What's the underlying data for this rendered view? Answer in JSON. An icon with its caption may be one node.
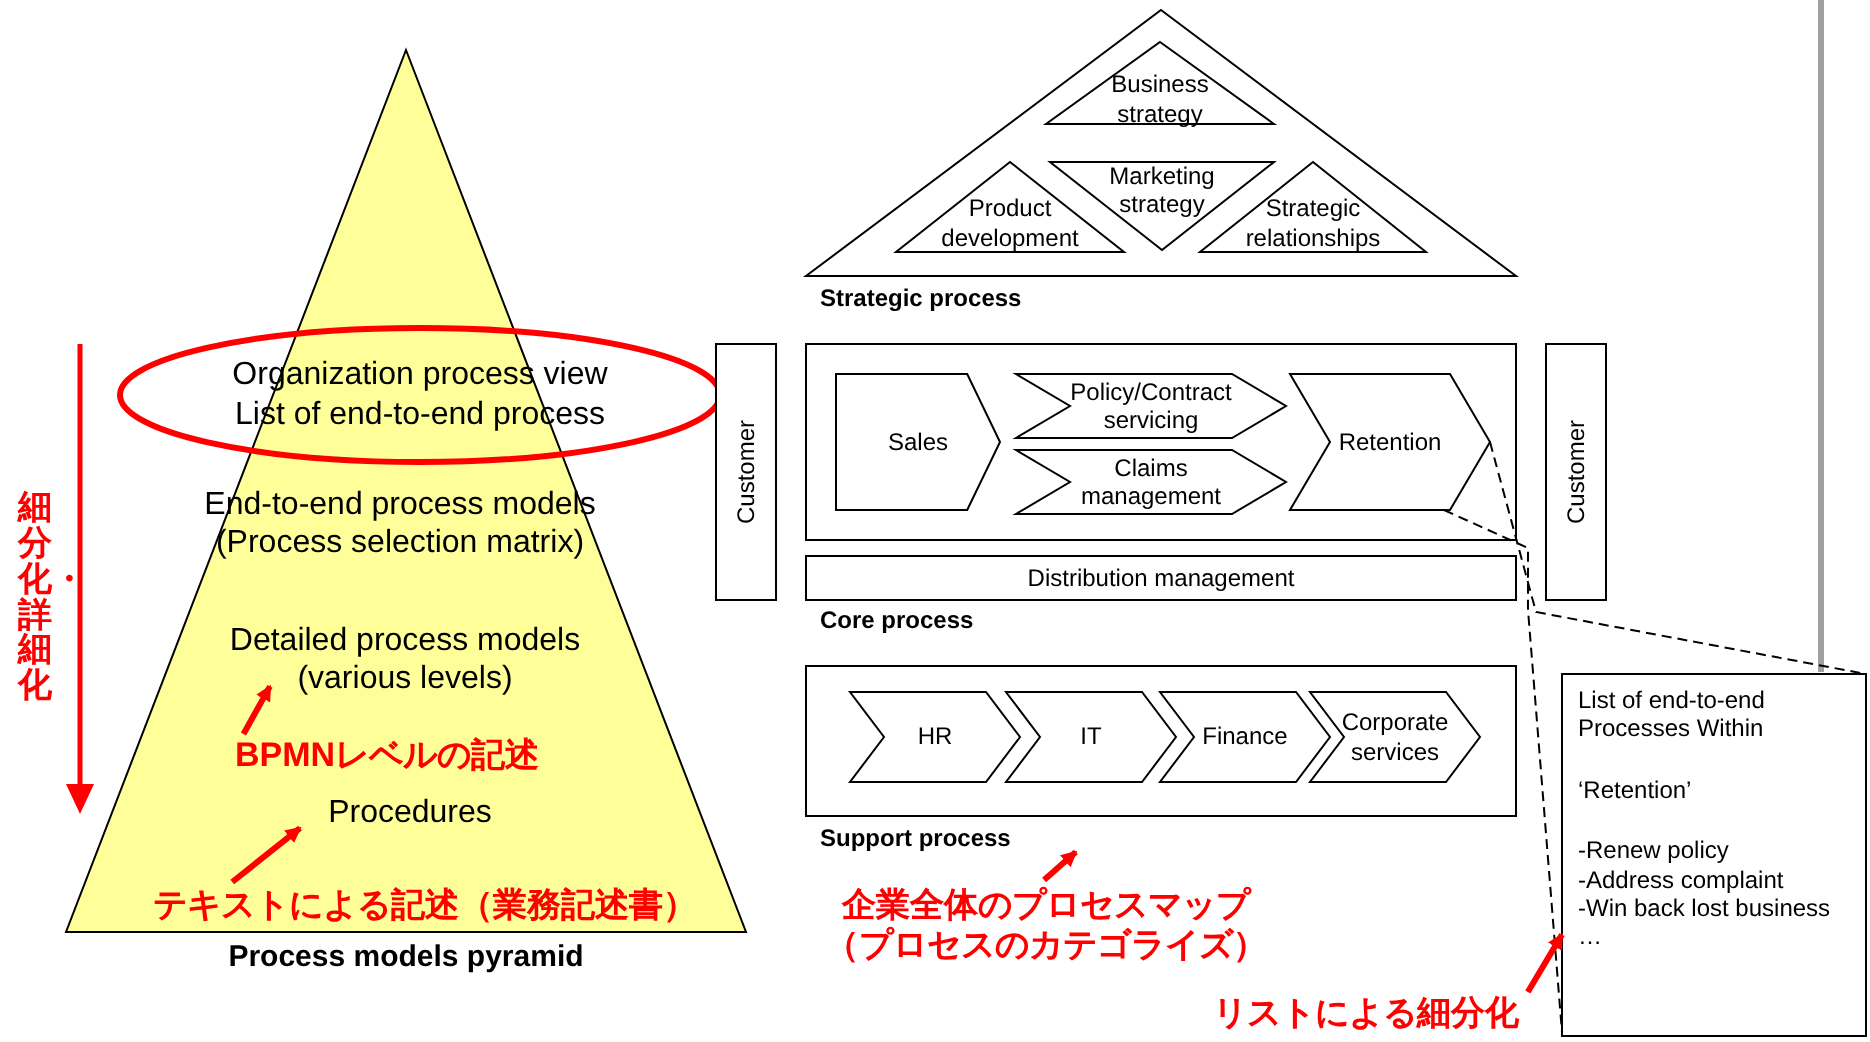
{
  "diagram": {
    "nodes": [
      {
        "text": [
          "Process models pyramid"
        ]
      },
      {
        "text": [
          "Organization process view List of end-to-end process"
        ],
        "in": 0
      },
      {
        "text": [
          "End-to-end process models (Process selection matrix)"
        ],
        "in": 0
      },
      {
        "text": [
          "Detailed process models (various levels)"
        ],
        "in": 0
      },
      {
        "text": [
          "Procedures"
        ],
        "in": 0
      },
      {
        "text": [
          "BPMNレベルの記述"
        ],
        "in": 0
      },
      {
        "text": [
          "テキストによる記述（業務記述書）"
        ],
        "in": 0
      },
      {
        "text": [
          "Strategic process"
        ]
      },
      {
        "text": [
          "Business strategy"
        ],
        "in": 7
      },
      {
        "text": [
          "Product development"
        ],
        "in": 7
      },
      {
        "text": [
          "Marketing strategy"
        ],
        "in": 7
      },
      {
        "text": [
          "Strategic relationships"
        ],
        "in": 7
      },
      {
        "text": [
          "Customer"
        ]
      },
      {
        "text": [],
        "shape": "box"
      },
      {
        "text": [
          "Sales"
        ],
        "in": 13
      },
      {
        "text": [
          "Policy/Contract servicing"
        ],
        "in": 13
      },
      {
        "text": [
          "Claims management"
        ],
        "in": 13
      },
      {
        "text": [
          "Retention"
        ],
        "in": 13
      },
      {
        "text": [
          "Customer"
        ]
      },
      {
        "text": [
          "Distribution management"
        ]
      },
      {
        "text": [
          "Support process"
        ]
      },
      {
        "text": [
          "HR"
        ],
        "in": 20
      },
      {
        "text": [
          "IT"
        ],
        "in": 20
      },
      {
        "text": [
          "Finance"
        ],
        "in": 20
      },
      {
        "text": [
          "Corporate services"
        ],
        "in": 20
      },
      {
        "text": [
          "List of end-to-end Processes Within",
          "‘Retention’",
          "-Renew policy",
          "-Address complaint",
          "-Win back lost business",
          "…"
        ]
      },
      {
        "text": [
          "企業全体のプロセスマップ（プロセスのカテゴライズ）"
        ]
      },
      {
        "text": [
          "リストによる細分化"
        ]
      }
    ],
    "edges": [
      {
        "from": 5,
        "to": 3,
        "arrow": "to"
      },
      {
        "from": 6,
        "to": 4,
        "arrow": "to"
      },
      {
        "from": 17,
        "to": 25,
        "arrow": "none",
        "style": "dashed",
        "color": "#000000"
      },
      {
        "from": 17,
        "to": 25,
        "arrow": "none",
        "style": "dashed",
        "color": "#000000"
      },
      {
        "from": 26,
        "to": 20,
        "arrow": "to"
      },
      {
        "from": 27,
        "to": 25,
        "arrow": "to"
      }
    ],
    "labels": [
      "細分化・詳細化",
      "Core process"
    ]
  }
}
